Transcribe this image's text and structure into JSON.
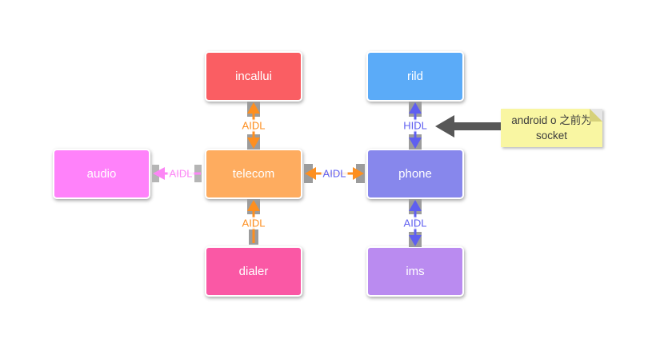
{
  "diagram": {
    "nodes": [
      {
        "id": "incallui",
        "label": "incallui",
        "color": "#fa5e63"
      },
      {
        "id": "rild",
        "label": "rild",
        "color": "#5babf8"
      },
      {
        "id": "audio",
        "label": "audio",
        "color": "#ff82fa"
      },
      {
        "id": "telecom",
        "label": "telecom",
        "color": "#feac5f"
      },
      {
        "id": "phone",
        "label": "phone",
        "color": "#8787ec"
      },
      {
        "id": "dialer",
        "label": "dialer",
        "color": "#fa58a5"
      },
      {
        "id": "ims",
        "label": "ims",
        "color": "#ba8bf0"
      }
    ],
    "edges": [
      {
        "from": "incallui",
        "to": "telecom",
        "label": "AIDL",
        "direction": "bidirectional",
        "arrow_color": "#fd8f20",
        "label_color": "#fd8f20"
      },
      {
        "from": "rild",
        "to": "phone",
        "label": "HIDL",
        "direction": "bidirectional",
        "arrow_color": "#5f5ff0",
        "label_color": "#5f5ff0"
      },
      {
        "from": "telecom",
        "to": "audio",
        "label": "AIDL",
        "direction": "one-way-to-audio",
        "arrow_color": "#fc86f5",
        "label_color": "#fc86f5"
      },
      {
        "from": "telecom",
        "to": "phone",
        "label": "AIDL",
        "direction": "bidirectional",
        "arrow_color": "#fd8f20",
        "label_color": "#5f5ff0"
      },
      {
        "from": "dialer",
        "to": "telecom",
        "label": "AIDL",
        "direction": "one-way-to-telecom",
        "arrow_color": "#fd8f20",
        "label_color": "#fd8f20"
      },
      {
        "from": "phone",
        "to": "ims",
        "label": "AIDL",
        "direction": "bidirectional",
        "arrow_color": "#5f5ff0",
        "label_color": "#5f5ff0"
      }
    ],
    "note": {
      "text": "android o 之前为 socket",
      "background_color": "#f9f6a2",
      "arrow_color": "#575757",
      "points_at": "HIDL"
    },
    "handle_color": "#9c9c9c"
  }
}
